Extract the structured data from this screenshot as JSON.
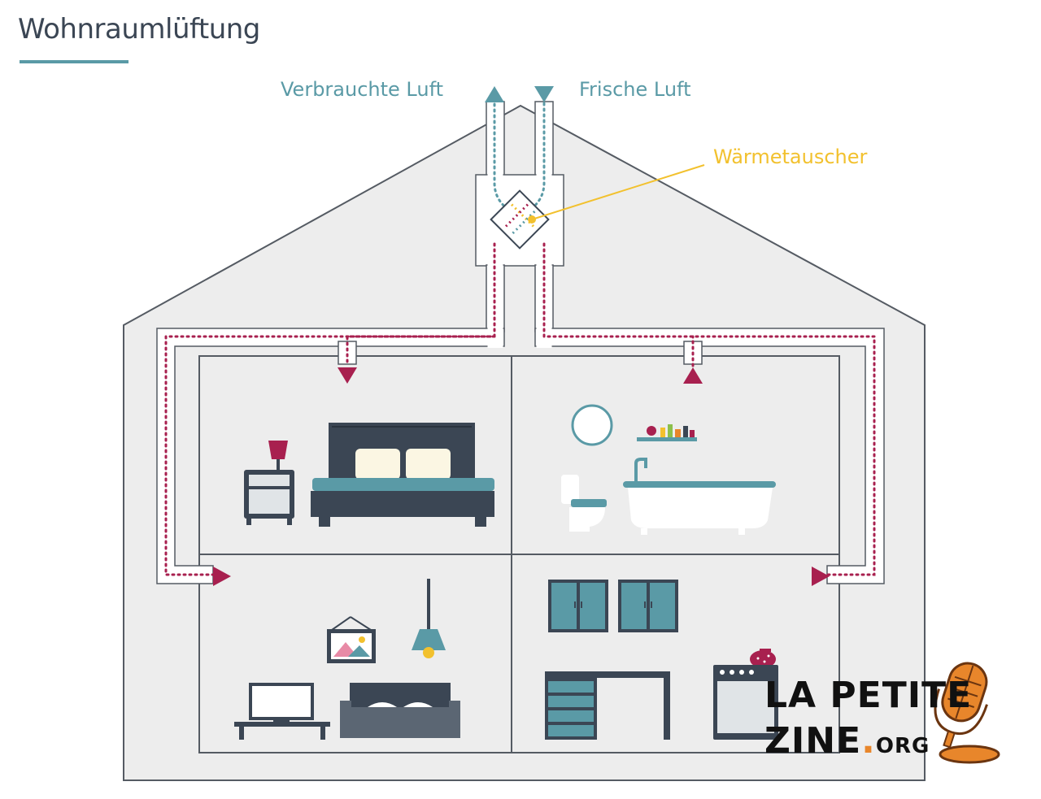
{
  "title": "Wohnraumlüftung",
  "labels": {
    "used_air": "Verbrauchte Luft",
    "fresh_air": "Frische Luft",
    "heat_exchanger": "Wärmetauscher"
  },
  "logo": {
    "line1": "LA PETITE",
    "line2_main": "ZINE",
    "line2_dot": ".",
    "line2_tld": "ORG"
  },
  "colors": {
    "teal": "#5a9aa6",
    "crimson": "#a8204f",
    "yellow": "#f2c12e",
    "house_fill": "#ededed",
    "outline": "#555b63",
    "dark": "#3b4654",
    "orange": "#e8862b"
  },
  "rooms": [
    "bedroom",
    "bathroom",
    "living-room",
    "kitchen"
  ]
}
